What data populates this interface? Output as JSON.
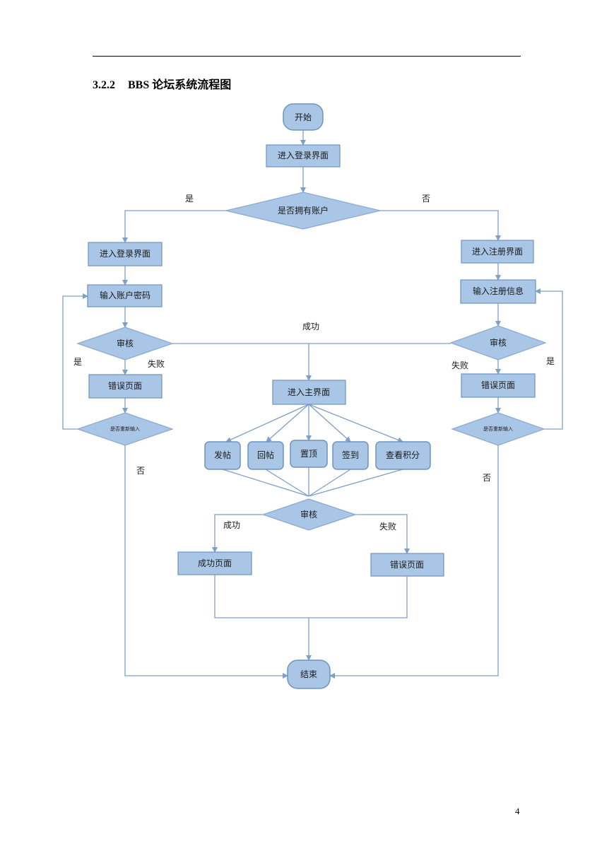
{
  "section": {
    "number": "3.2.2",
    "title": "BBS 论坛系统流程图"
  },
  "page_number": "4",
  "flowchart": {
    "nodes": {
      "start": "开始",
      "enter_login": "进入登录界面",
      "has_account": "是否拥有账户",
      "left_enter_login": "进入登录界面",
      "input_credentials": "输入账户密码",
      "left_review": "审核",
      "left_error": "错误页面",
      "left_retry": "是否重新输入",
      "enter_register": "进入注册界面",
      "input_register": "输入注册信息",
      "right_review": "审核",
      "right_error": "错误页面",
      "right_retry": "是否重新输入",
      "main": "进入主界面",
      "post": "发帖",
      "reply": "回帖",
      "pin": "置顶",
      "checkin": "签到",
      "points": "查看积分",
      "center_review": "审核",
      "success_page": "成功页面",
      "center_error": "错误页面",
      "end": "结束"
    },
    "edge_labels": {
      "yes": "是",
      "no": "否",
      "success": "成功",
      "fail": "失败"
    }
  }
}
